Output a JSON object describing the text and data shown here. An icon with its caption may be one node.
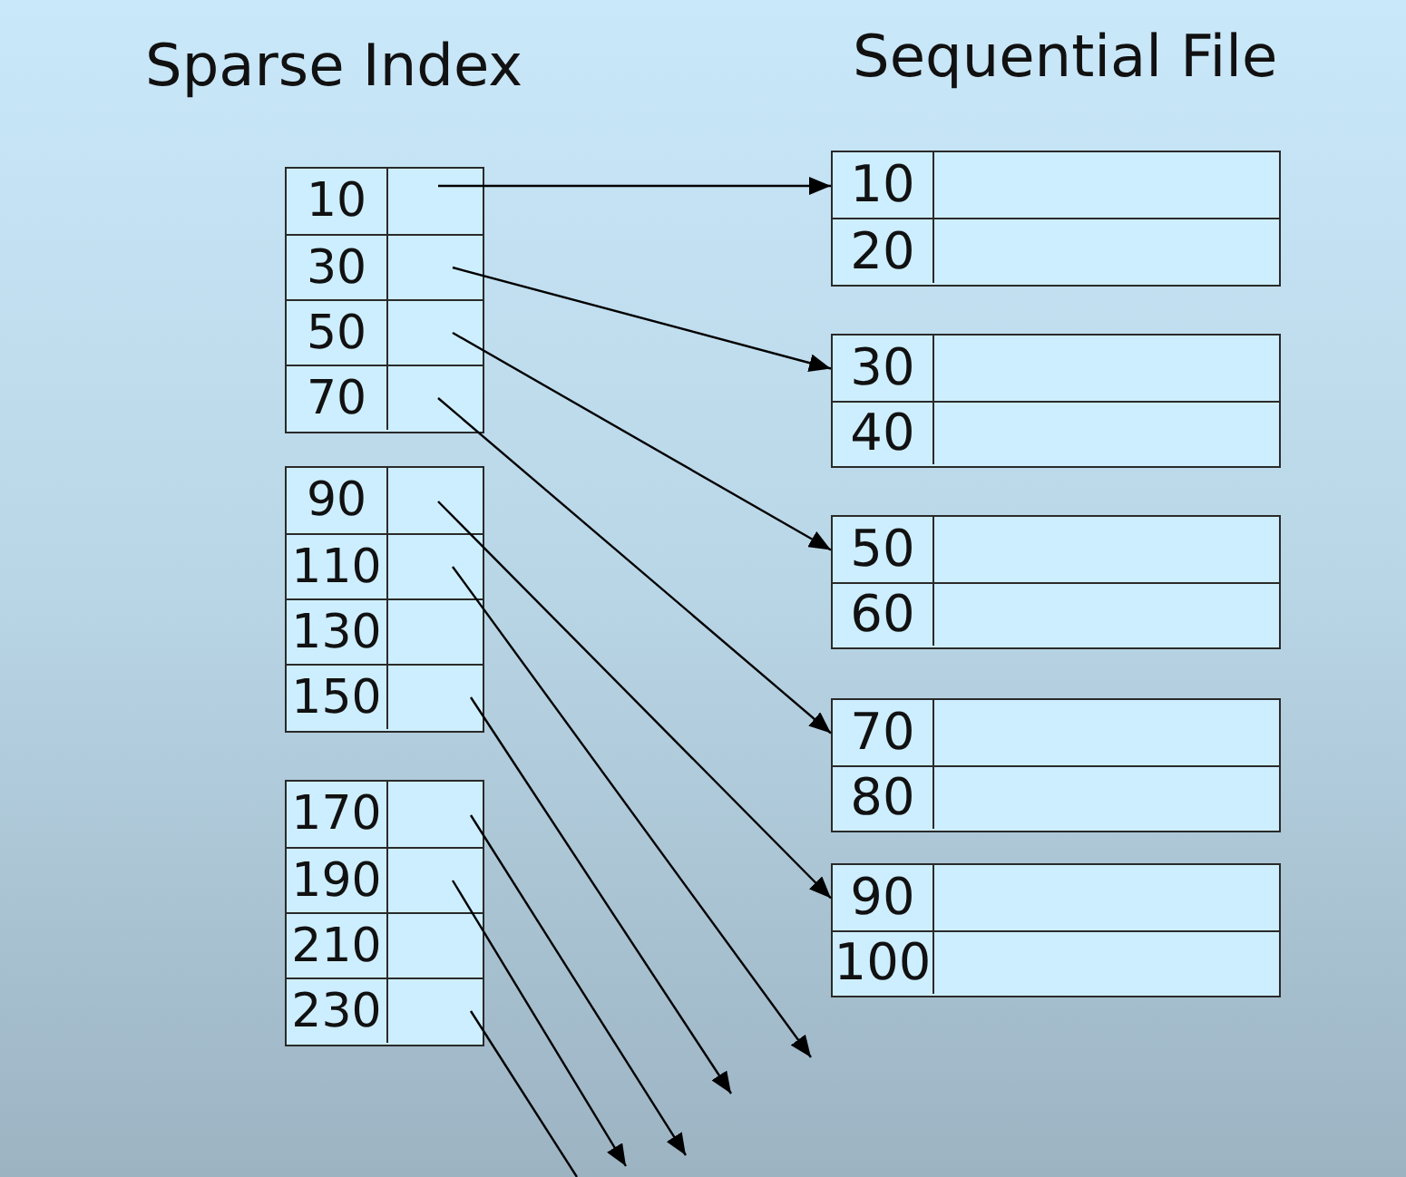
{
  "diagram": {
    "nodes": [
      {
        "text": [],
        "shape": "box"
      },
      {
        "text": [
          "10"
        ],
        "in": 0
      },
      {
        "text": [
          "30"
        ],
        "in": 0
      },
      {
        "text": [
          "50"
        ],
        "in": 0
      },
      {
        "text": [
          "70"
        ],
        "in": 0
      },
      {
        "text": [],
        "shape": "box"
      },
      {
        "text": [
          "90"
        ],
        "in": 5
      },
      {
        "text": [
          "110"
        ],
        "in": 5
      },
      {
        "text": [
          "130"
        ],
        "in": 5
      },
      {
        "text": [
          "150"
        ],
        "in": 5
      },
      {
        "text": [],
        "shape": "box"
      },
      {
        "text": [
          "170"
        ],
        "in": 10
      },
      {
        "text": [
          "190"
        ],
        "in": 10
      },
      {
        "text": [
          "210"
        ],
        "in": 10
      },
      {
        "text": [
          "230"
        ],
        "in": 10
      },
      {
        "text": [],
        "shape": "box"
      },
      {
        "text": [
          "10"
        ],
        "in": 15
      },
      {
        "text": [
          "20"
        ],
        "in": 15
      },
      {
        "text": [],
        "shape": "box"
      },
      {
        "text": [
          "30"
        ],
        "in": 18
      },
      {
        "text": [
          "40"
        ],
        "in": 18
      },
      {
        "text": [],
        "shape": "box"
      },
      {
        "text": [
          "50"
        ],
        "in": 21
      },
      {
        "text": [
          "60"
        ],
        "in": 21
      },
      {
        "text": [],
        "shape": "box"
      },
      {
        "text": [
          "70"
        ],
        "in": 24
      },
      {
        "text": [
          "80"
        ],
        "in": 24
      },
      {
        "text": [],
        "shape": "box"
      },
      {
        "text": [
          "90"
        ],
        "in": 27
      },
      {
        "text": [
          "100"
        ],
        "in": 27
      }
    ],
    "edges": [
      {
        "from": 1,
        "to": 16,
        "arrow": "to"
      },
      {
        "from": 2,
        "to": 19,
        "arrow": "to"
      },
      {
        "from": 3,
        "to": 22,
        "arrow": "to"
      },
      {
        "from": 4,
        "to": 25,
        "arrow": "to"
      },
      {
        "from": 6,
        "to": 28,
        "arrow": "to"
      },
      {
        "from": 7,
        "to": null,
        "arrow": "to"
      },
      {
        "from": 9,
        "to": null,
        "arrow": "to"
      },
      {
        "from": 11,
        "to": null,
        "arrow": "to"
      },
      {
        "from": 12,
        "to": null,
        "arrow": "to"
      },
      {
        "from": 14,
        "to": null,
        "arrow": "none"
      }
    ],
    "labels": [
      "Sparse Index",
      "Sequential File"
    ]
  }
}
